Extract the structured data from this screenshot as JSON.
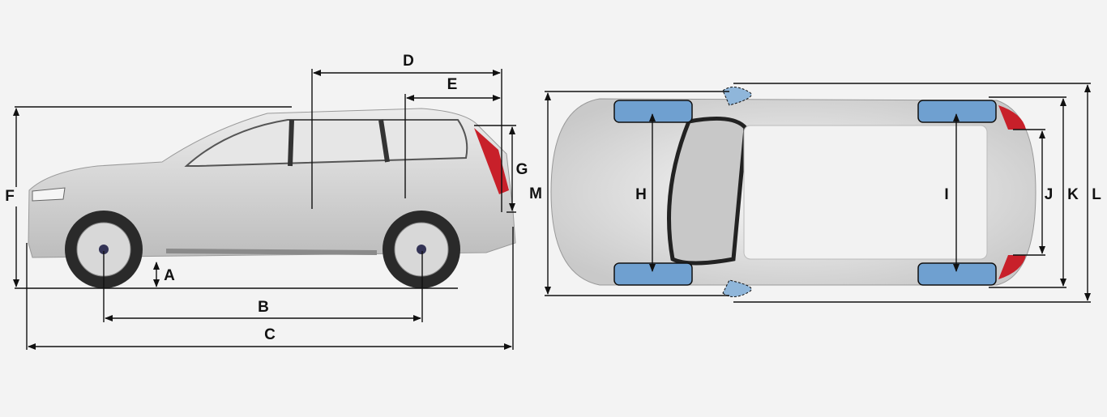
{
  "diagram": {
    "side_view": {
      "labels": {
        "A": "A",
        "B": "B",
        "C": "C",
        "D": "D",
        "E": "E",
        "F": "F",
        "G": "G"
      }
    },
    "top_view": {
      "labels": {
        "H": "H",
        "I": "I",
        "J": "J",
        "K": "K",
        "L": "L",
        "M": "M"
      }
    },
    "colors": {
      "background": "#f3f3f3",
      "car_body": "#d9d9d9",
      "tire_highlight": "#6fa0d0",
      "tail_light": "#c8202a",
      "dimension_line": "#111111"
    }
  }
}
